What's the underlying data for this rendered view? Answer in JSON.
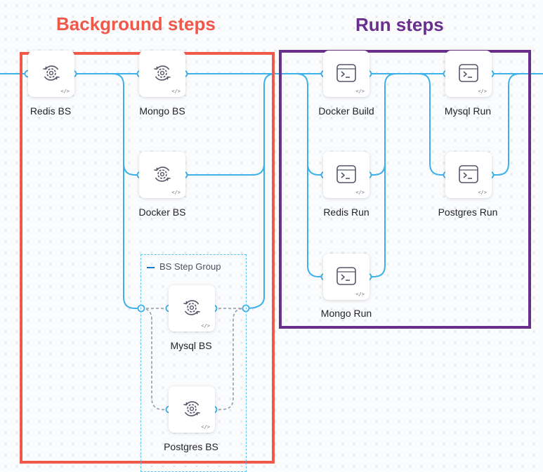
{
  "headings": {
    "background": "Background steps",
    "run": "Run steps"
  },
  "steps": {
    "redis_bs": "Redis BS",
    "mongo_bs": "Mongo BS",
    "docker_bs": "Docker BS",
    "mysql_bs": "Mysql BS",
    "postgres_bs": "Postgres BS",
    "docker_build": "Docker Build",
    "mysql_run": "Mysql Run",
    "redis_run": "Redis Run",
    "postgres_run": "Postgres Run",
    "mongo_run": "Mongo Run"
  },
  "group": {
    "title": "BS Step Group"
  },
  "node_code_glyph": "</>",
  "icons": {
    "background_step": "gear-cycle-icon",
    "run_step": "terminal-icon"
  },
  "colors": {
    "background_frame": "#f0584a",
    "run_frame": "#6a2e8c",
    "wire": "#3db1ea",
    "group_wire": "#9a9aa6",
    "group_border": "#5fc4ee"
  }
}
